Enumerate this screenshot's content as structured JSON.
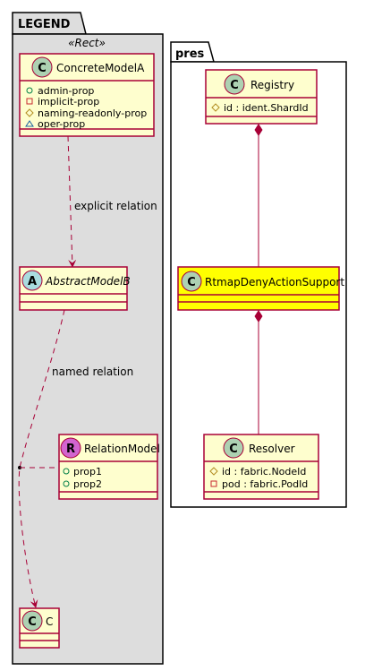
{
  "legend": {
    "title": "LEGEND",
    "stereotype": "«Rect»",
    "concrete": {
      "badge": "C",
      "name": "ConcreteModelA",
      "props": [
        {
          "vis": "public",
          "text": "admin-prop"
        },
        {
          "vis": "private",
          "text": "implicit-prop"
        },
        {
          "vis": "protected",
          "text": "naming-readonly-prop"
        },
        {
          "vis": "package",
          "text": "oper-prop"
        }
      ]
    },
    "abstract": {
      "badge": "A",
      "name": "AbstractModelB"
    },
    "relation_model": {
      "badge": "R",
      "name": "RelationModel",
      "props": [
        {
          "vis": "public",
          "text": "prop1"
        },
        {
          "vis": "public",
          "text": "prop2"
        }
      ]
    },
    "c": {
      "badge": "C",
      "name": "C"
    },
    "edges": {
      "explicit": "explicit relation",
      "named": "named relation"
    }
  },
  "pres": {
    "title": "pres",
    "registry": {
      "badge": "C",
      "name": "Registry",
      "props": [
        {
          "vis": "protected",
          "text": "id : ident.ShardId"
        }
      ]
    },
    "rtmap": {
      "badge": "C",
      "name": "RtmapDenyActionSupport"
    },
    "resolver": {
      "badge": "C",
      "name": "Resolver",
      "props": [
        {
          "vis": "protected",
          "text": "id : fabric.NodeId"
        },
        {
          "vis": "private",
          "text": "pod : fabric.PodId"
        }
      ]
    }
  },
  "colors": {
    "class_fill": "#FEFECE",
    "class_border": "#A80036",
    "highlight_fill": "#FFFF00",
    "legend_bg": "#DDDDDD",
    "badge_c": "#ADD1B2",
    "badge_a": "#A9DCDF",
    "badge_r": "#D264CF"
  }
}
